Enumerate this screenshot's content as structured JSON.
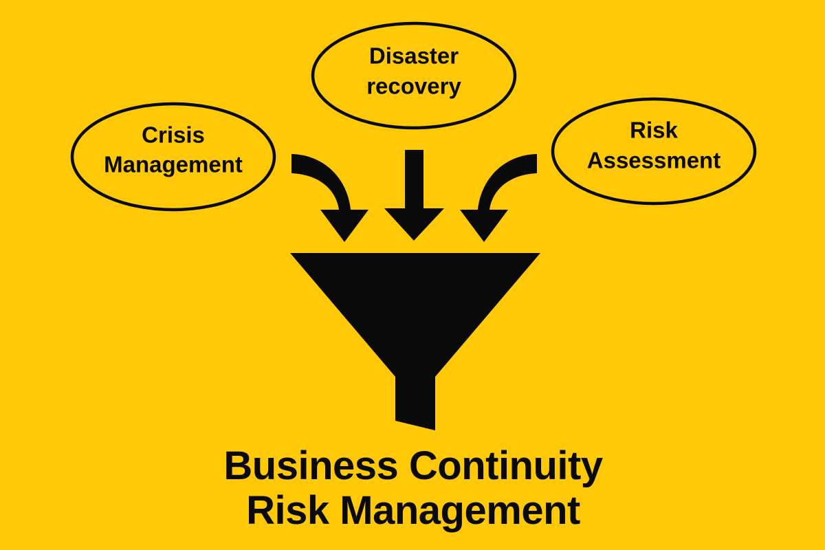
{
  "diagram": {
    "type": "funnel-convergence-diagram",
    "background_color": "#FFC907",
    "ink_color": "#0a0a0a",
    "title": {
      "line1": "Business Continuity",
      "line2": "Risk Management"
    },
    "inputs": [
      {
        "id": "crisis-management",
        "label_line1": "Crisis",
        "label_line2": "Management",
        "position": "left",
        "arrow": "curved-right-down"
      },
      {
        "id": "disaster-recovery",
        "label_line1": "Disaster",
        "label_line2": "recovery",
        "position": "top",
        "arrow": "straight-down"
      },
      {
        "id": "risk-assessment",
        "label_line1": "Risk",
        "label_line2": "Assessment",
        "position": "right",
        "arrow": "curved-left-down"
      }
    ],
    "funnel": {
      "name": "funnel-icon",
      "description": "solid black funnel with wide triangular top and narrow stem"
    }
  }
}
